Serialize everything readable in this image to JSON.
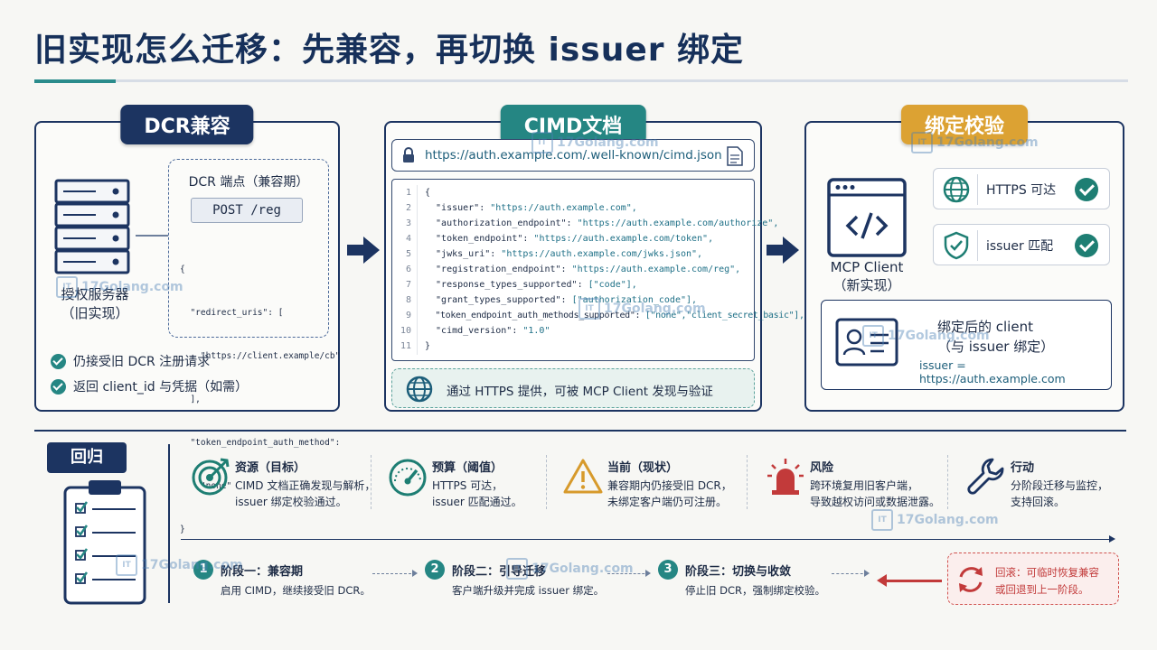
{
  "title": "旧实现怎么迁移：先兼容，再切换 issuer 绑定",
  "colors": {
    "navy": "#1c3461",
    "teal": "#258683",
    "gold": "#dca233",
    "red": "#c23a3a"
  },
  "watermark": "17Golang.com",
  "panels": {
    "dcr": {
      "tag": "DCR兼容",
      "server_label_line1": "授权服务器",
      "server_label_line2": "（旧实现）",
      "endpoint_title": "DCR 端点（兼容期）",
      "post_label": "POST /reg",
      "mini_json": [
        "{",
        "  \"redirect_uris\": [",
        "    \"https://client.example/cb\"",
        "  ],",
        "  \"token_endpoint_auth_method\":",
        "    \"none\"",
        "}"
      ],
      "checks": [
        "仍接受旧 DCR 注册请求",
        "返回 client_id 与凭据（如需）"
      ]
    },
    "cimd": {
      "tag": "CIMD文档",
      "url": "https://auth.example.com/.well-known/cimd.json",
      "line_numbers": [
        "1",
        "2",
        "3",
        "4",
        "5",
        "6",
        "7",
        "8",
        "9",
        "10",
        "11"
      ],
      "code": [
        {
          "k": "{",
          "v": ""
        },
        {
          "k": "  \"issuer\": ",
          "v": "\"https://auth.example.com\","
        },
        {
          "k": "  \"authorization_endpoint\": ",
          "v": "\"https://auth.example.com/authorize\","
        },
        {
          "k": "  \"token_endpoint\": ",
          "v": "\"https://auth.example.com/token\","
        },
        {
          "k": "  \"jwks_uri\": ",
          "v": "\"https://auth.example.com/jwks.json\","
        },
        {
          "k": "  \"registration_endpoint\": ",
          "v": "\"https://auth.example.com/reg\","
        },
        {
          "k": "  \"response_types_supported\": ",
          "v": "[\"code\"],"
        },
        {
          "k": "  \"grant_types_supported\": ",
          "v": "[\"authorization_code\"],"
        },
        {
          "k": "  \"token_endpoint_auth_methods_supported\": ",
          "v": "[\"none\",\"client_secret_basic\"],"
        },
        {
          "k": "  \"cimd_version\": ",
          "v": "\"1.0\""
        },
        {
          "k": "}",
          "v": ""
        }
      ],
      "https_note": "通过 HTTPS 提供，可被 MCP Client 发现与验证"
    },
    "binding": {
      "tag": "绑定校验",
      "client_label_line1": "MCP Client",
      "client_label_line2": "（新实现）",
      "checks": [
        "HTTPS 可达",
        "issuer 匹配"
      ],
      "bound_title_line1": "绑定后的 client",
      "bound_title_line2": "（与 issuer 绑定）",
      "bound_issuer": "issuer = https://auth.example.com"
    }
  },
  "bottom": {
    "tag": "回归",
    "metrics": [
      {
        "icon": "target-icon",
        "title": "资源（目标）",
        "desc1": "CIMD 文档正确发现与解析，",
        "desc2": "issuer 绑定校验通过。"
      },
      {
        "icon": "gauge-icon",
        "title": "预算（阈值）",
        "desc1": "HTTPS 可达，",
        "desc2": "issuer 匹配通过。"
      },
      {
        "icon": "warning-icon",
        "title": "当前（现状）",
        "desc1": "兼容期内仍接受旧 DCR，",
        "desc2": "未绑定客户端仍可注册。"
      },
      {
        "icon": "alarm-icon",
        "title": "风险",
        "desc1": "跨环境复用旧客户端，",
        "desc2": "导致越权访问或数据泄露。"
      },
      {
        "icon": "wrench-icon",
        "title": "行动",
        "desc1": "分阶段迁移与监控，",
        "desc2": "支持回滚。"
      }
    ],
    "phases": [
      {
        "num": "1",
        "title": "阶段一：兼容期",
        "desc": "启用 CIMD，继续接受旧 DCR。"
      },
      {
        "num": "2",
        "title": "阶段二：引导迁移",
        "desc": "客户端升级并完成 issuer 绑定。"
      },
      {
        "num": "3",
        "title": "阶段三：切换与收敛",
        "desc": "停止旧 DCR，强制绑定校验。"
      }
    ],
    "rollback_line1": "回滚：可临时恢复兼容",
    "rollback_line2": "或回退到上一阶段。"
  }
}
